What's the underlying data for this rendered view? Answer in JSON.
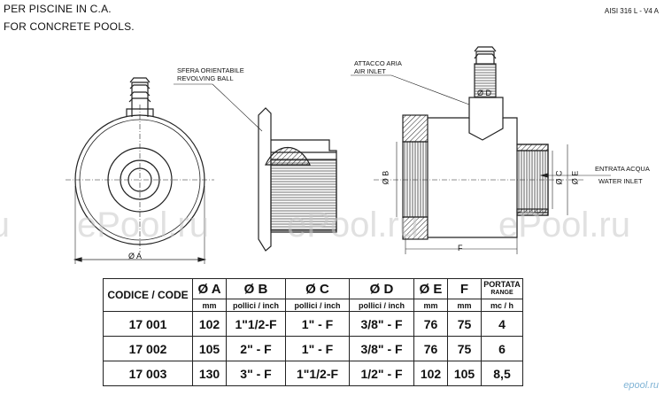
{
  "header": {
    "line1": "PER PISCINE IN C.A.",
    "line2": "FOR CONCRETE POOLS.",
    "material": "AISI 316 L - V4 A"
  },
  "watermark": "ePool.ru",
  "labels": {
    "ball_it": "SFERA ORIENTABILE",
    "ball_en": "REVOLVING BALL",
    "air_it": "ATTACCO ARIA",
    "air_en": "AIR INLET",
    "water_it": "ENTRATA ACQUA",
    "water_en": "WATER INLET",
    "dim_a": "Ø A",
    "dim_b": "Ø B",
    "dim_c": "Ø C",
    "dim_d": "Ø D",
    "dim_e": "Ø E",
    "dim_f": "F"
  },
  "table": {
    "header_code": "CODICE / CODE",
    "columns": [
      "Ø A",
      "Ø B",
      "Ø C",
      "Ø D",
      "Ø E",
      "F"
    ],
    "flow_title_1": "PORTATA",
    "flow_title_2": "RANGE",
    "units": [
      "mm",
      "pollici / inch",
      "pollici / inch",
      "pollici / inch",
      "mm",
      "mm",
      "mc / h"
    ],
    "rows": [
      [
        "17 001",
        "102",
        "1\"1/2-F",
        "1\" - F",
        "3/8\" - F",
        "76",
        "75",
        "4"
      ],
      [
        "17 002",
        "105",
        "2\" - F",
        "1\" - F",
        "3/8\" - F",
        "76",
        "75",
        "6"
      ],
      [
        "17 003",
        "130",
        "3\" - F",
        "1\"1/2-F",
        "1/2\" - F",
        "102",
        "105",
        "8,5"
      ]
    ]
  },
  "brand": "epool.ru"
}
